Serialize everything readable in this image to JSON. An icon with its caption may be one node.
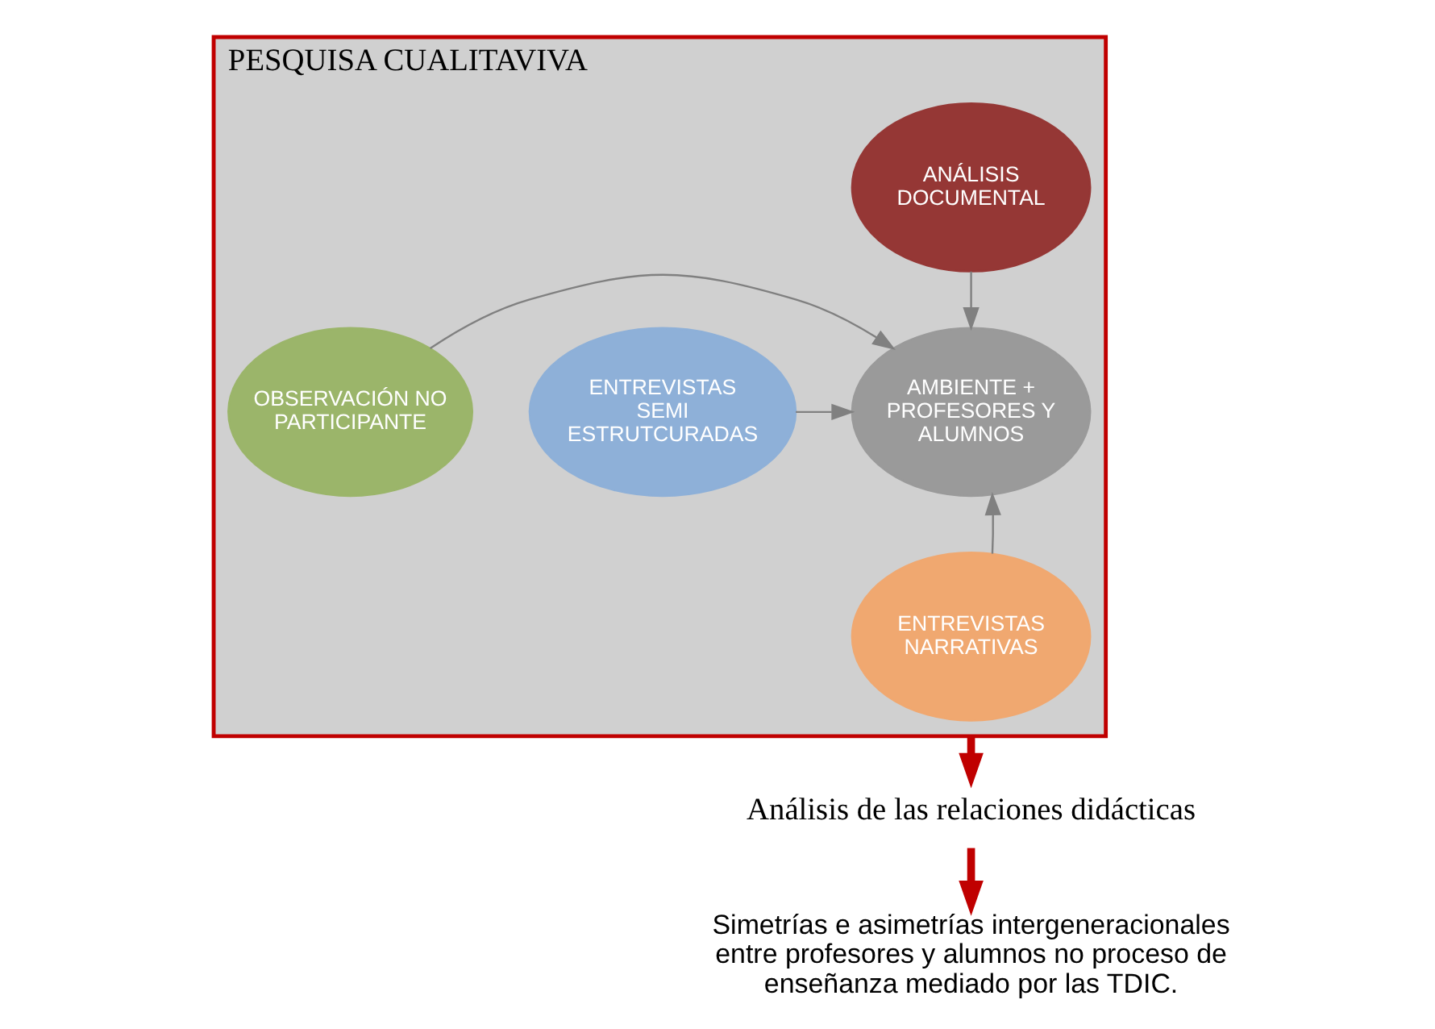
{
  "diagram": {
    "nodes": [
      {
        "text": [
          "PESQUISA CUALITAVIVA"
        ]
      },
      {
        "text": [
          "ANÁLISIS DOCUMENTAL"
        ],
        "in": 0
      },
      {
        "text": [
          "ENTREVISTAS SEMI ESTRUTCURADAS"
        ],
        "in": 0
      },
      {
        "text": [
          "AMBIENTE + PROFESORES Y ALUMNOS"
        ],
        "in": 0
      },
      {
        "text": [
          "OBSERVACIÓN NO PARTICIPANTE"
        ],
        "in": 0
      },
      {
        "text": [
          "ENTREVISTAS NARRATIVAS"
        ],
        "in": 0
      },
      {
        "text": [
          "Análisis de las relaciones didácticas"
        ]
      },
      {
        "text": [
          "Simetrías e asimetrías intergeneracionales entre profesores y alumnos no proceso de enseñanza mediado por las TDIC."
        ]
      }
    ],
    "edges": [
      {
        "from": 1,
        "to": 3,
        "arrow": "to"
      },
      {
        "from": 2,
        "to": 3,
        "arrow": "to"
      },
      {
        "from": 4,
        "to": 3,
        "arrow": "to"
      },
      {
        "from": 5,
        "to": 3,
        "arrow": "to"
      },
      {
        "from": 0,
        "to": 6,
        "arrow": "to",
        "style": "thick",
        "color": "#c00000"
      },
      {
        "from": 6,
        "to": 7,
        "arrow": "to",
        "style": "thick",
        "color": "#c00000"
      }
    ]
  }
}
